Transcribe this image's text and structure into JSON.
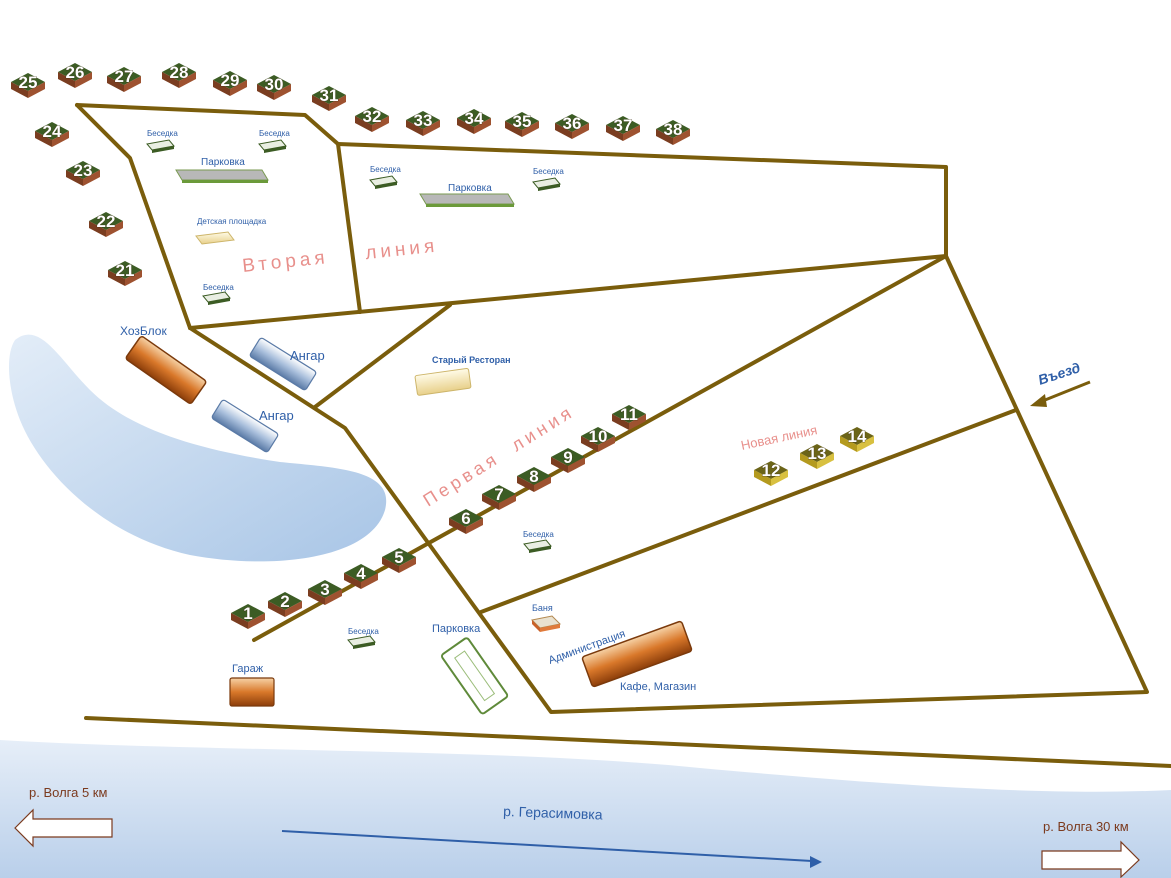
{
  "map": {
    "lines": {
      "first": "Первая  линия",
      "second": "Вторая    линия",
      "new": "Новая линия"
    },
    "entrance": "Въезд",
    "buildings": {
      "hozblok": "ХозБлок",
      "angar1": "Ангар",
      "angar2": "Ангар",
      "restaurant": "Старый Ресторан",
      "garage": "Гараж",
      "parking_bottom": "Парковка",
      "banya": "Баня",
      "administration": "Администрация",
      "cafe": "Кафе, Магазин",
      "parking_top_left": "Парковка",
      "parking_top_right": "Парковка",
      "playground": "Детская площадка"
    },
    "gazebo_label": "Беседка",
    "river": "р. Герасимовка",
    "volga_left": "р. Волга 5 км",
    "volga_right": "р. Волга 30 км",
    "plots": [
      "1",
      "2",
      "3",
      "4",
      "5",
      "6",
      "7",
      "8",
      "9",
      "10",
      "11",
      "12",
      "13",
      "14",
      "21",
      "22",
      "23",
      "24",
      "25",
      "26",
      "27",
      "28",
      "29",
      "30",
      "31",
      "32",
      "33",
      "34",
      "35",
      "36",
      "37",
      "38"
    ]
  }
}
